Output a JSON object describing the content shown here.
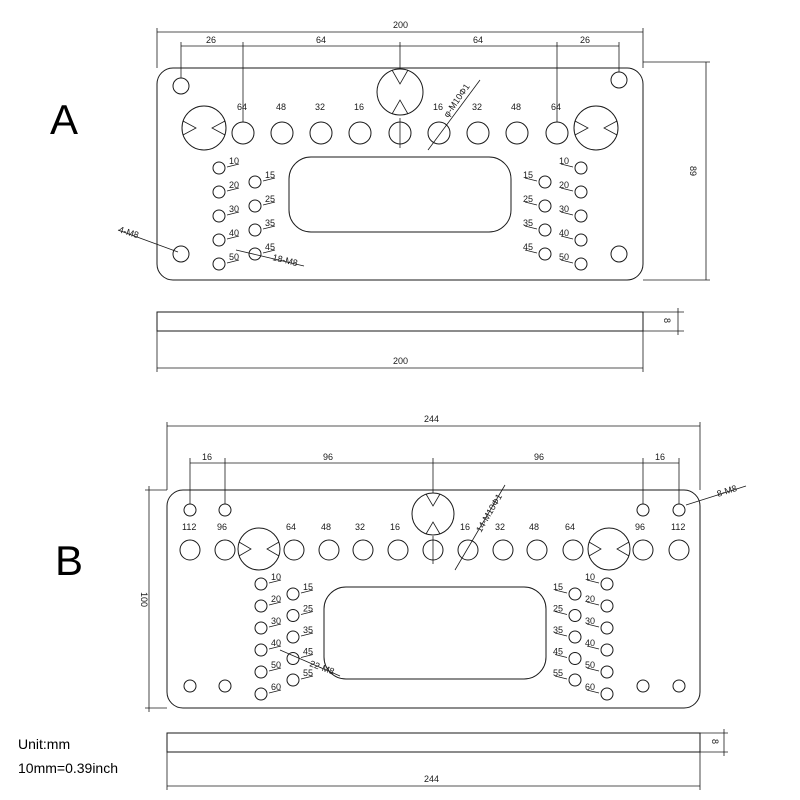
{
  "panels": {
    "A": {
      "label": "A",
      "total_width": "200",
      "top_dims": [
        "26",
        "64",
        "64",
        "26"
      ],
      "height_dim": "89",
      "thickness": "8",
      "bottom_width": "200",
      "row_labels": [
        "64",
        "48",
        "32",
        "16",
        "16",
        "32",
        "48",
        "64"
      ],
      "left_a": [
        "10",
        "20",
        "30",
        "40",
        "50"
      ],
      "left_b": [
        "15",
        "25",
        "35",
        "45"
      ],
      "right_b": [
        "15",
        "25",
        "35",
        "45"
      ],
      "right_a": [
        "10",
        "20",
        "30",
        "40",
        "50"
      ],
      "callout_m10": "φ-M10Φ1",
      "callout_4m8": "4-M8",
      "callout_18m8": "18-M8"
    },
    "B": {
      "label": "B",
      "total_width": "244",
      "top_dims": [
        "16",
        "96",
        "96",
        "16"
      ],
      "height_dim": "100",
      "thickness": "8",
      "bottom_width": "244",
      "row_labels": [
        "112",
        "96",
        "64",
        "48",
        "32",
        "16",
        "16",
        "32",
        "48",
        "64",
        "96",
        "112"
      ],
      "left_a": [
        "10",
        "20",
        "30",
        "40",
        "50",
        "60"
      ],
      "left_b": [
        "15",
        "25",
        "35",
        "45",
        "55"
      ],
      "right_b": [
        "15",
        "25",
        "35",
        "45",
        "55"
      ],
      "right_a": [
        "10",
        "20",
        "30",
        "40",
        "50",
        "60"
      ],
      "callout_m10": "14-M10Φ1",
      "callout_8m8": "8-M8",
      "callout_22m8": "22-M8"
    }
  },
  "units": {
    "line1": "Unit:mm",
    "line2": "10mm=0.39inch"
  }
}
